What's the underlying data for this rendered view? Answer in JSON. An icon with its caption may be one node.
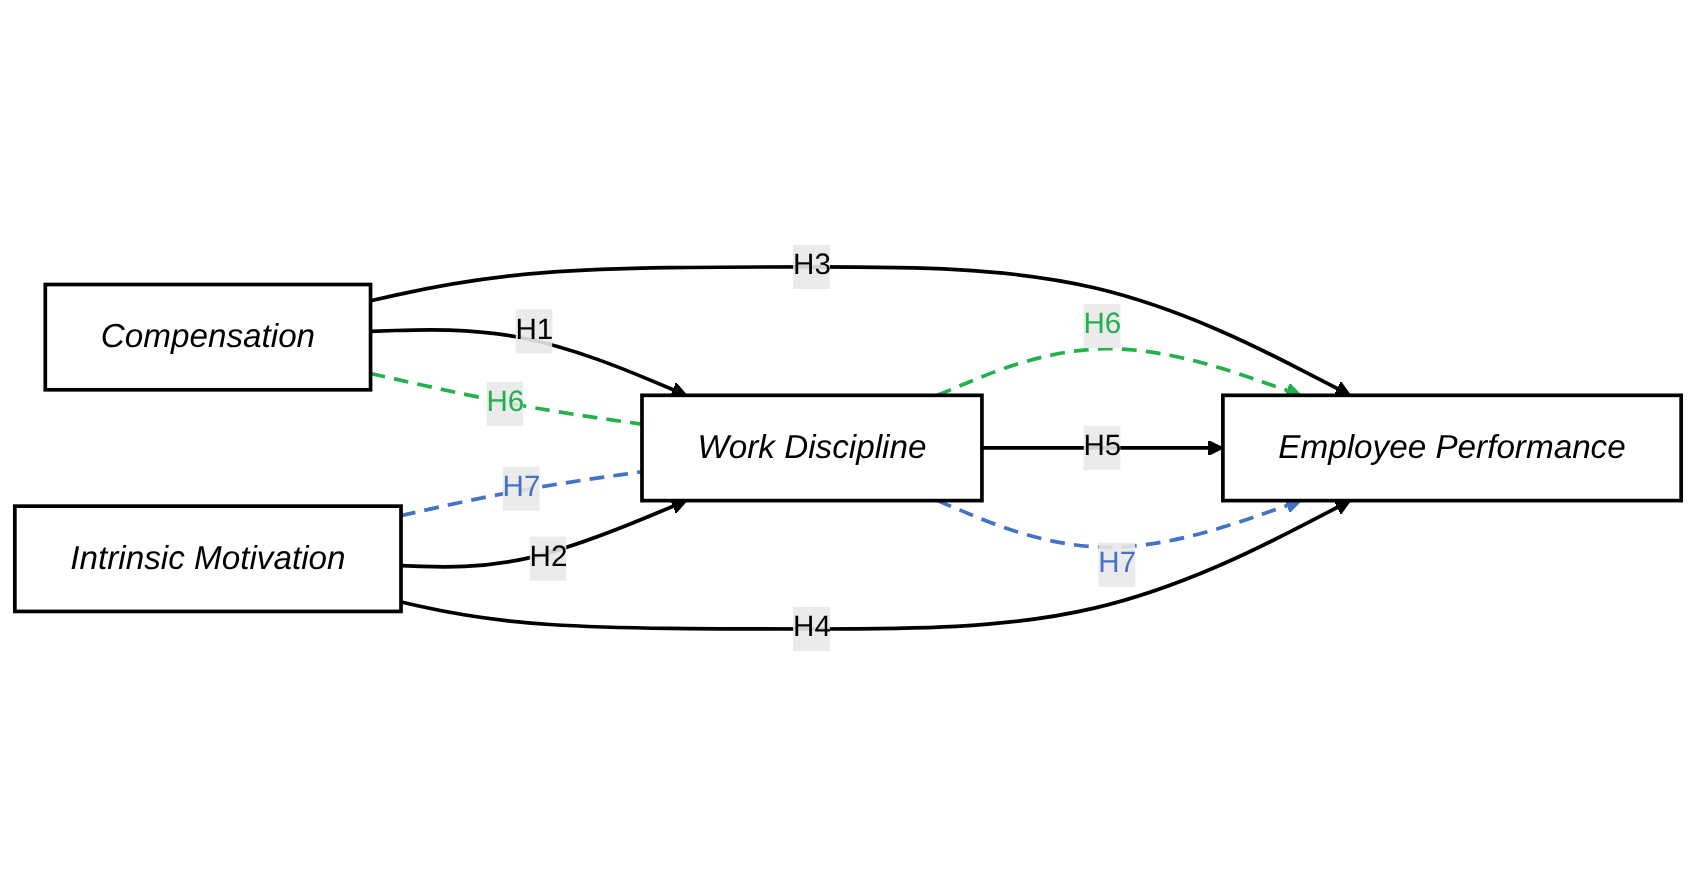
{
  "diagram": {
    "nodes": [
      {
        "text": [
          "Compensation"
        ]
      },
      {
        "text": [
          "Work Discipline"
        ]
      },
      {
        "text": [
          "Employee Performance"
        ]
      },
      {
        "text": [
          "Intrinsic Motivation"
        ]
      }
    ],
    "edges": [
      {
        "from": 0,
        "to": 2,
        "arrow": "to",
        "label": "H3"
      },
      {
        "from": 0,
        "to": 1,
        "arrow": "to",
        "label": "H1"
      },
      {
        "from": 0,
        "to": 1,
        "arrow": "none",
        "label": "H6",
        "style": "dashed",
        "color": "#22b14c"
      },
      {
        "from": 1,
        "to": 2,
        "arrow": "to",
        "label": "H6",
        "style": "dashed",
        "color": "#22b14c"
      },
      {
        "from": 1,
        "to": 2,
        "arrow": "to",
        "label": "H5"
      },
      {
        "from": 1,
        "to": 2,
        "arrow": "to",
        "label": "H7",
        "style": "dashed",
        "color": "#4472c4"
      },
      {
        "from": 3,
        "to": 1,
        "arrow": "none",
        "label": "H7",
        "style": "dashed",
        "color": "#4472c4"
      },
      {
        "from": 3,
        "to": 1,
        "arrow": "to",
        "label": "H2"
      },
      {
        "from": 3,
        "to": 2,
        "arrow": "to",
        "label": "H4"
      }
    ]
  }
}
